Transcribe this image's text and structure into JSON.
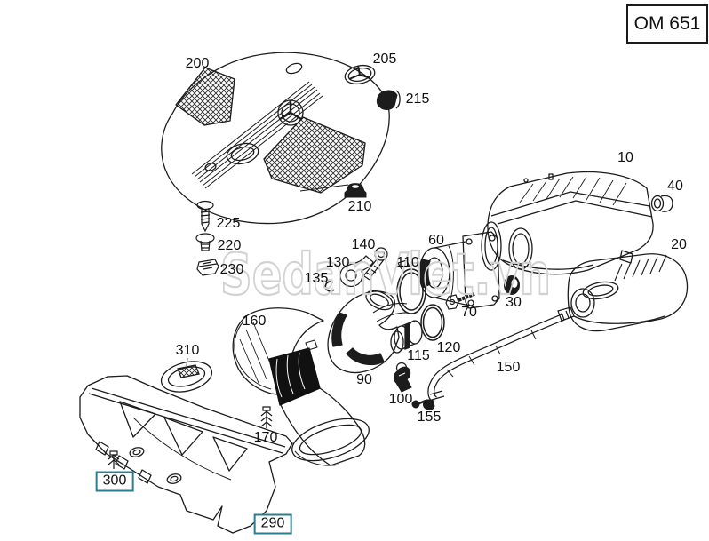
{
  "header": {
    "code": "OM 651"
  },
  "watermark": {
    "text": "SedanViet.vn"
  },
  "labels": {
    "p10": "10",
    "p20": "20",
    "p30": "30",
    "p40": "40",
    "p60": "60",
    "p70": "70",
    "p90": "90",
    "p100": "100",
    "p110": "110",
    "p115": "115",
    "p120": "120",
    "p130": "130",
    "p135": "135",
    "p140": "140",
    "p150": "150",
    "p155": "155",
    "p160": "160",
    "p170": "170",
    "p200": "200",
    "p205": "205",
    "p210": "210",
    "p215": "215",
    "p220": "220",
    "p225": "225",
    "p230": "230",
    "p290": "290",
    "p300": "300",
    "p310": "310"
  },
  "colors": {
    "line": "#1c1c1c",
    "boxed_label_border": "#2e7c91",
    "watermark": "#d2d2d2"
  }
}
